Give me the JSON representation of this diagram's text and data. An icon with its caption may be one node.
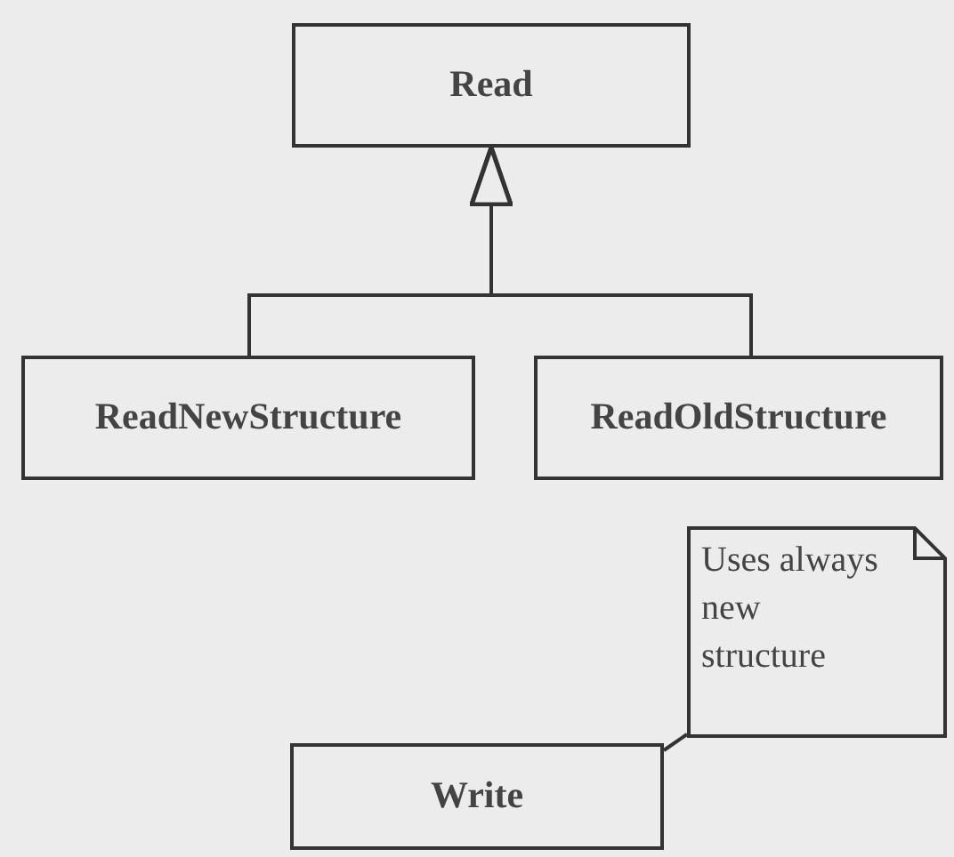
{
  "diagram": {
    "nodes": [
      {
        "text": [
          "Read"
        ]
      },
      {
        "text": [
          "ReadNewStructure"
        ]
      },
      {
        "text": [
          "ReadOldStructure"
        ]
      },
      {
        "text": [
          "Uses always new structure"
        ]
      },
      {
        "text": [
          "Write"
        ]
      }
    ],
    "edges": [
      {
        "from": 1,
        "to": 0,
        "arrow": "to"
      },
      {
        "from": 2,
        "to": 0,
        "arrow": "to"
      },
      {
        "from": 3,
        "to": 4,
        "arrow": "none"
      }
    ]
  }
}
